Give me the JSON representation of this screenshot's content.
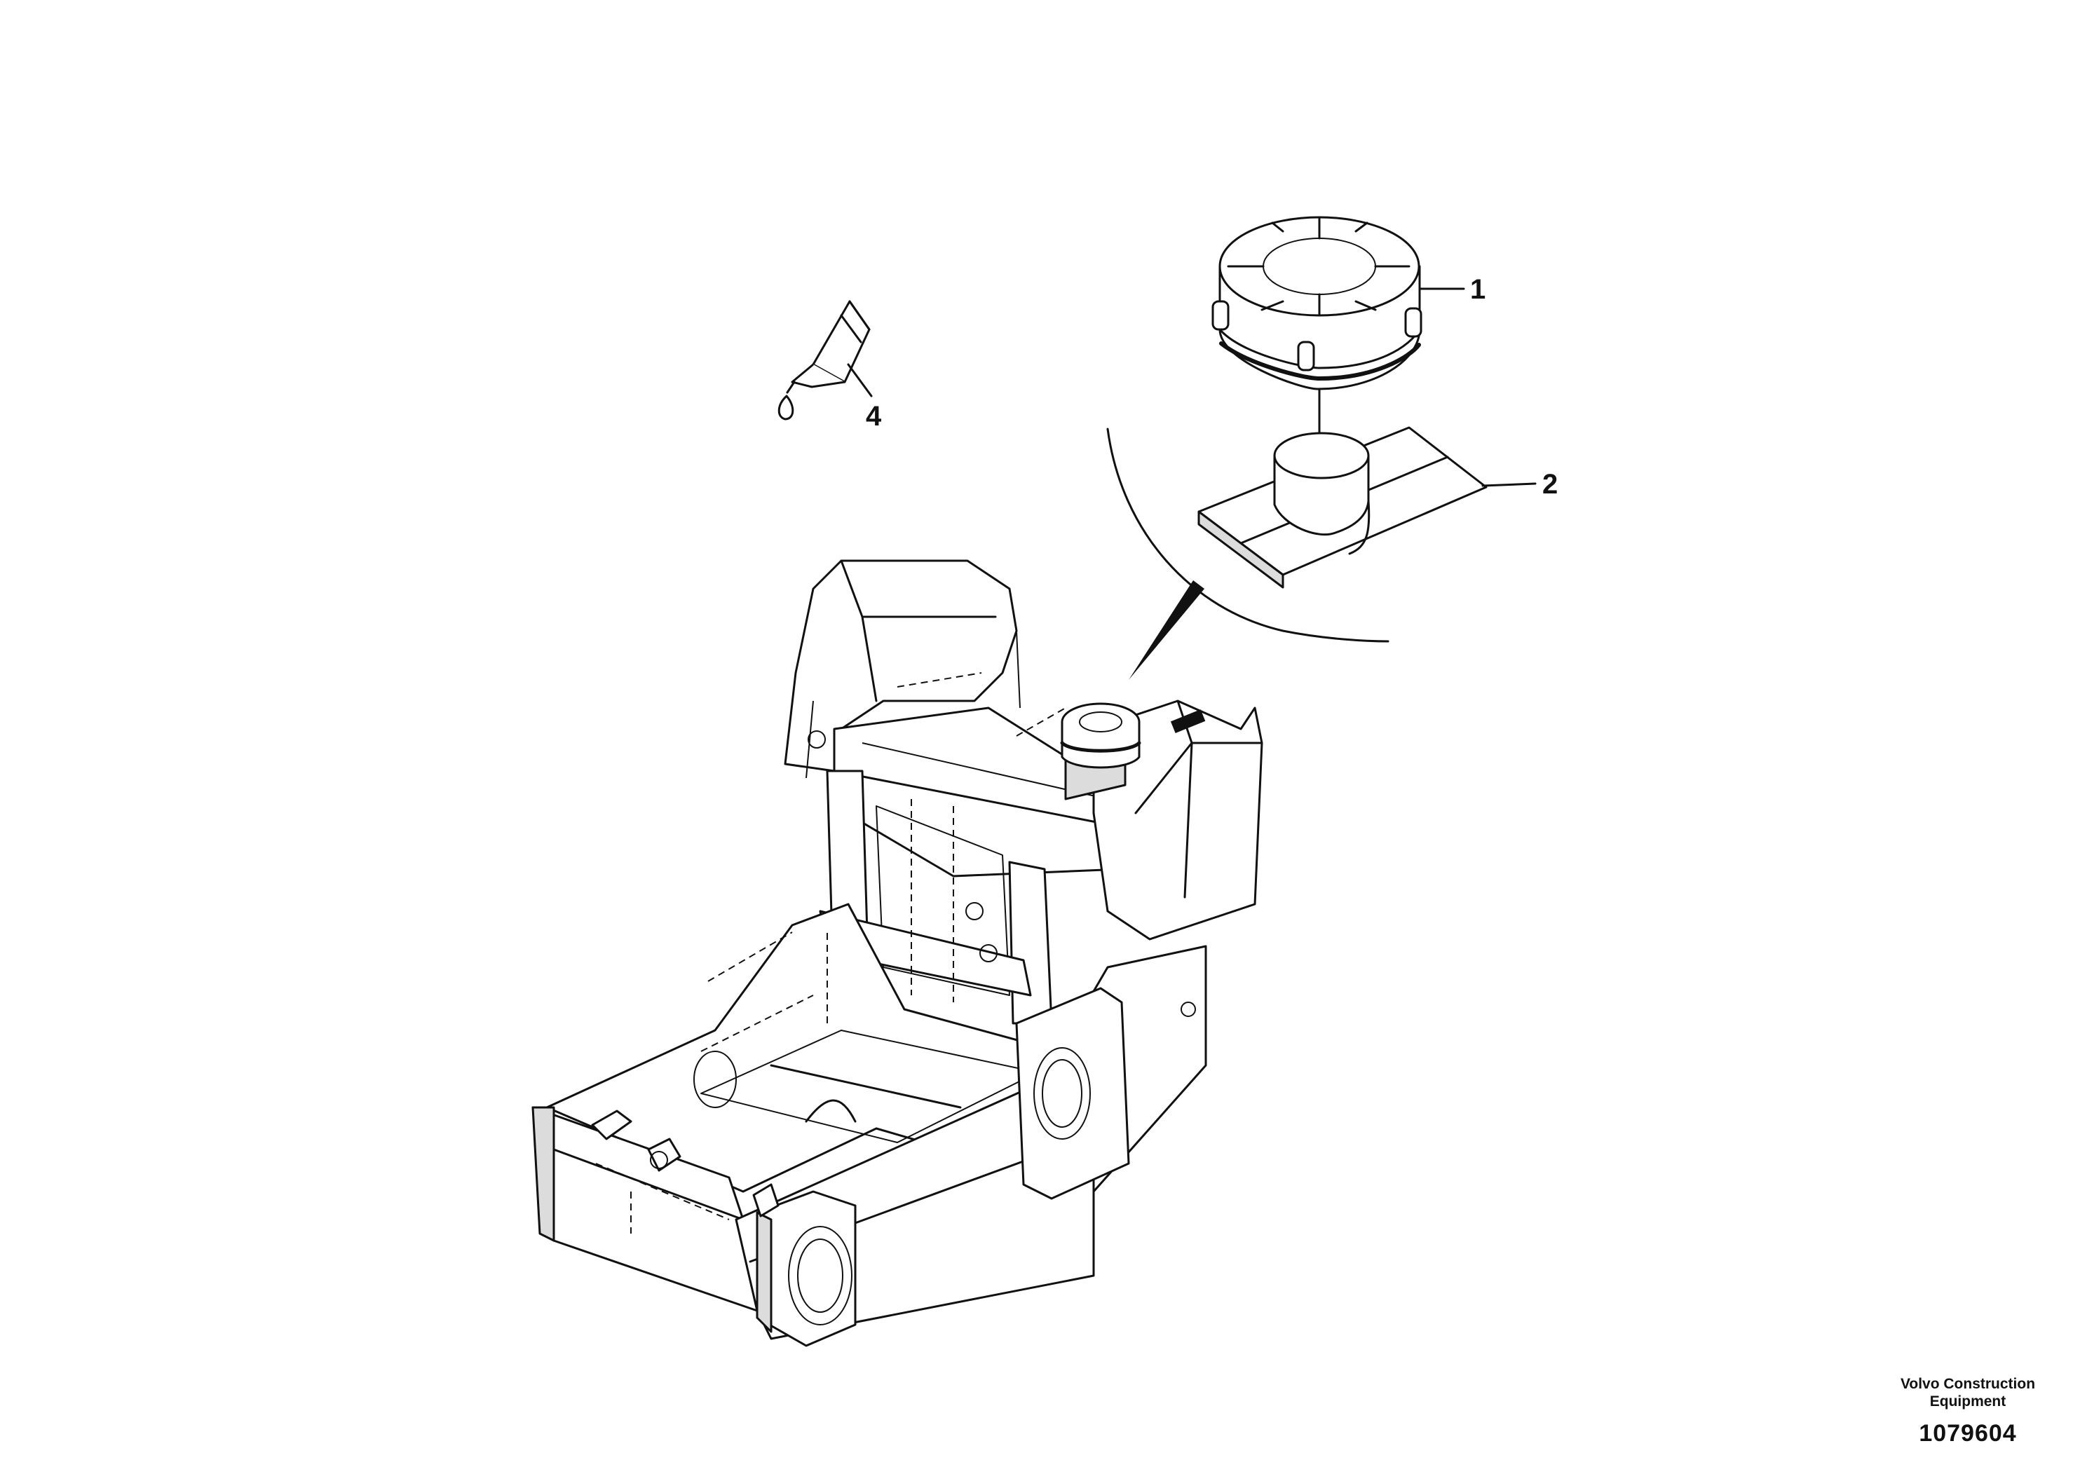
{
  "parts": [
    {
      "id": "1",
      "label": "1",
      "item": "air-filter-cap"
    },
    {
      "id": "2",
      "label": "2",
      "item": "filler-neck-pad"
    },
    {
      "id": "4",
      "label": "4",
      "item": "sealant-tube"
    }
  ],
  "footer": {
    "brand_line1": "Volvo Construction",
    "brand_line2": "Equipment",
    "doc_number": "1079604"
  }
}
